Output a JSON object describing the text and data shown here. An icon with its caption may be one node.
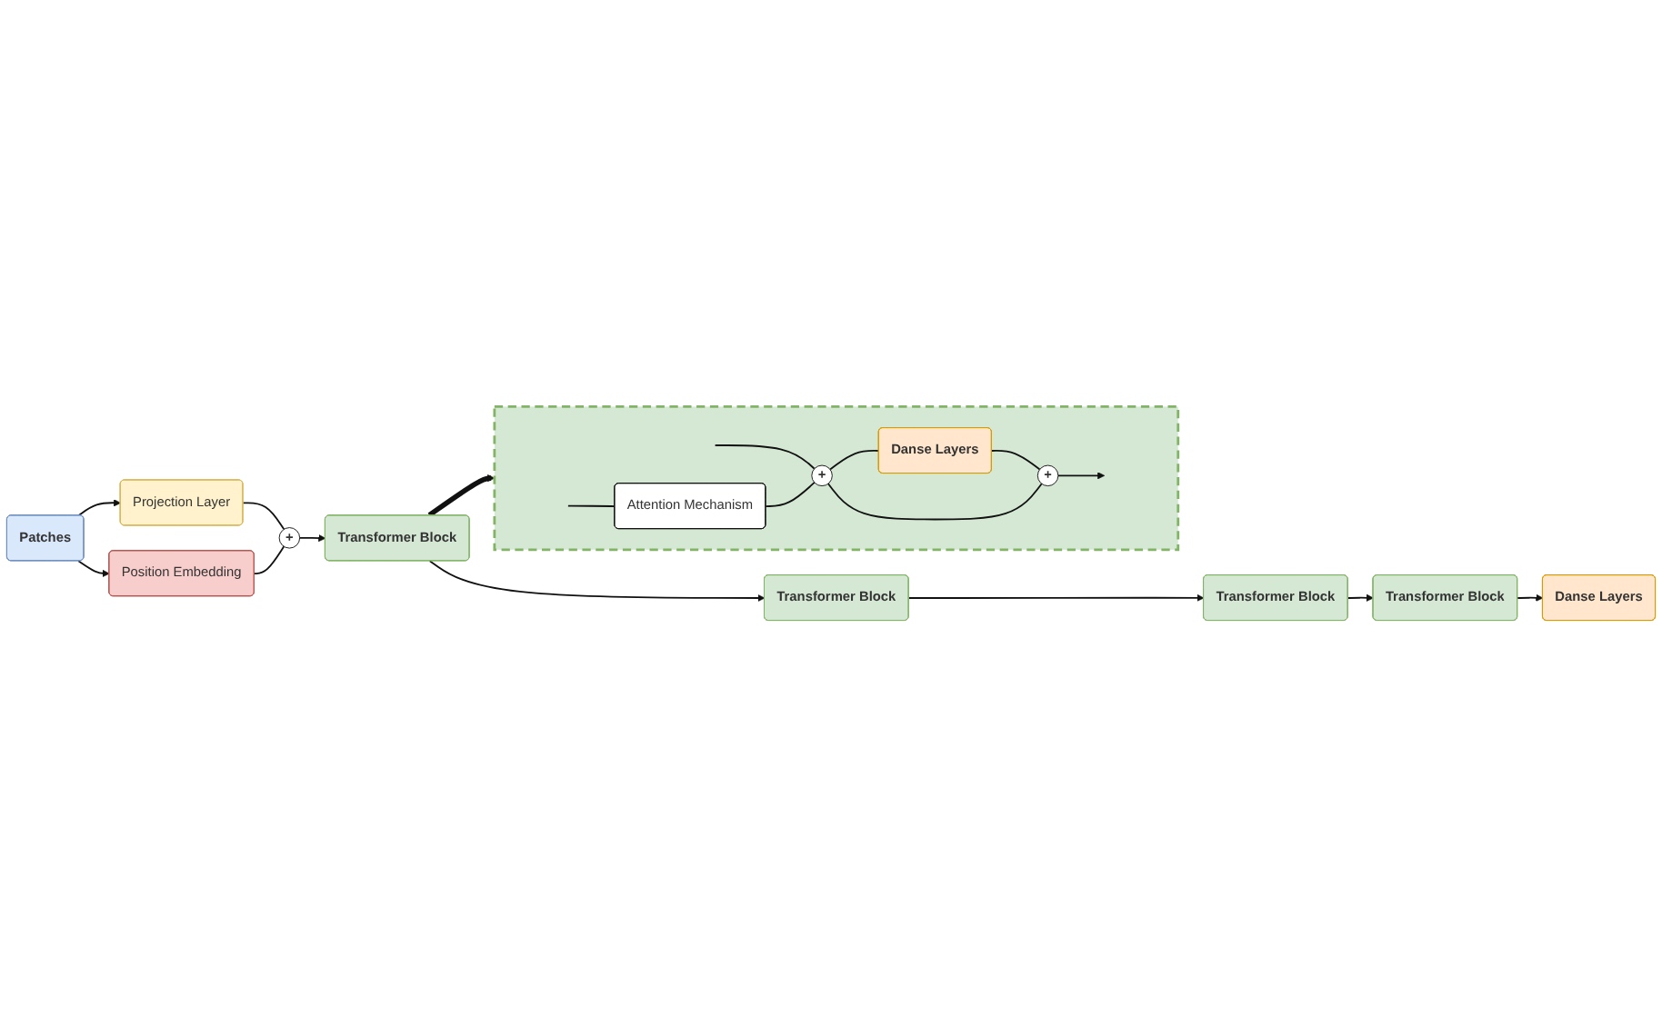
{
  "diagram": {
    "nodes": [
      {
        "text": [
          "Patches"
        ]
      },
      {
        "text": [
          "Projection Layer"
        ]
      },
      {
        "text": [
          "Position Embedding"
        ]
      },
      {
        "text": [
          "+"
        ]
      },
      {
        "text": [
          "Transformer Block"
        ]
      },
      {
        "text": [
          "Transformer Block"
        ]
      },
      {
        "text": [
          "Transformer Block"
        ]
      },
      {
        "text": [
          "Transformer Block"
        ]
      },
      {
        "text": [
          "Danse Layers"
        ]
      },
      {
        "text": [],
        "shape": "box"
      },
      {
        "text": [
          "Attention Mechanism"
        ],
        "in": 9
      },
      {
        "text": [
          "+"
        ],
        "in": 9
      },
      {
        "text": [
          "Danse Layers"
        ],
        "in": 9
      },
      {
        "text": [
          "+"
        ],
        "in": 9
      }
    ],
    "edges": [
      {
        "from": 0,
        "to": 1,
        "arrow": "to"
      },
      {
        "from": 0,
        "to": 2,
        "arrow": "to"
      },
      {
        "from": 1,
        "to": 3,
        "arrow": "none"
      },
      {
        "from": 2,
        "to": 3,
        "arrow": "none"
      },
      {
        "from": 3,
        "to": 4,
        "arrow": "to"
      },
      {
        "from": 4,
        "to": 5,
        "arrow": "to"
      },
      {
        "from": 5,
        "to": 6,
        "arrow": "to"
      },
      {
        "from": 6,
        "to": 7,
        "arrow": "to"
      },
      {
        "from": 7,
        "to": 8,
        "arrow": "to"
      },
      {
        "from": 4,
        "to": 9,
        "arrow": "to",
        "style": "thick"
      },
      {
        "from": null,
        "to": 10,
        "arrow": "none"
      },
      {
        "from": null,
        "to": 11,
        "arrow": "none"
      },
      {
        "from": 10,
        "to": 11,
        "arrow": "none"
      },
      {
        "from": 11,
        "to": 12,
        "arrow": "none"
      },
      {
        "from": 12,
        "to": 13,
        "arrow": "none"
      },
      {
        "from": 11,
        "to": 13,
        "arrow": "none"
      },
      {
        "from": 13,
        "to": null,
        "arrow": "to"
      }
    ]
  }
}
